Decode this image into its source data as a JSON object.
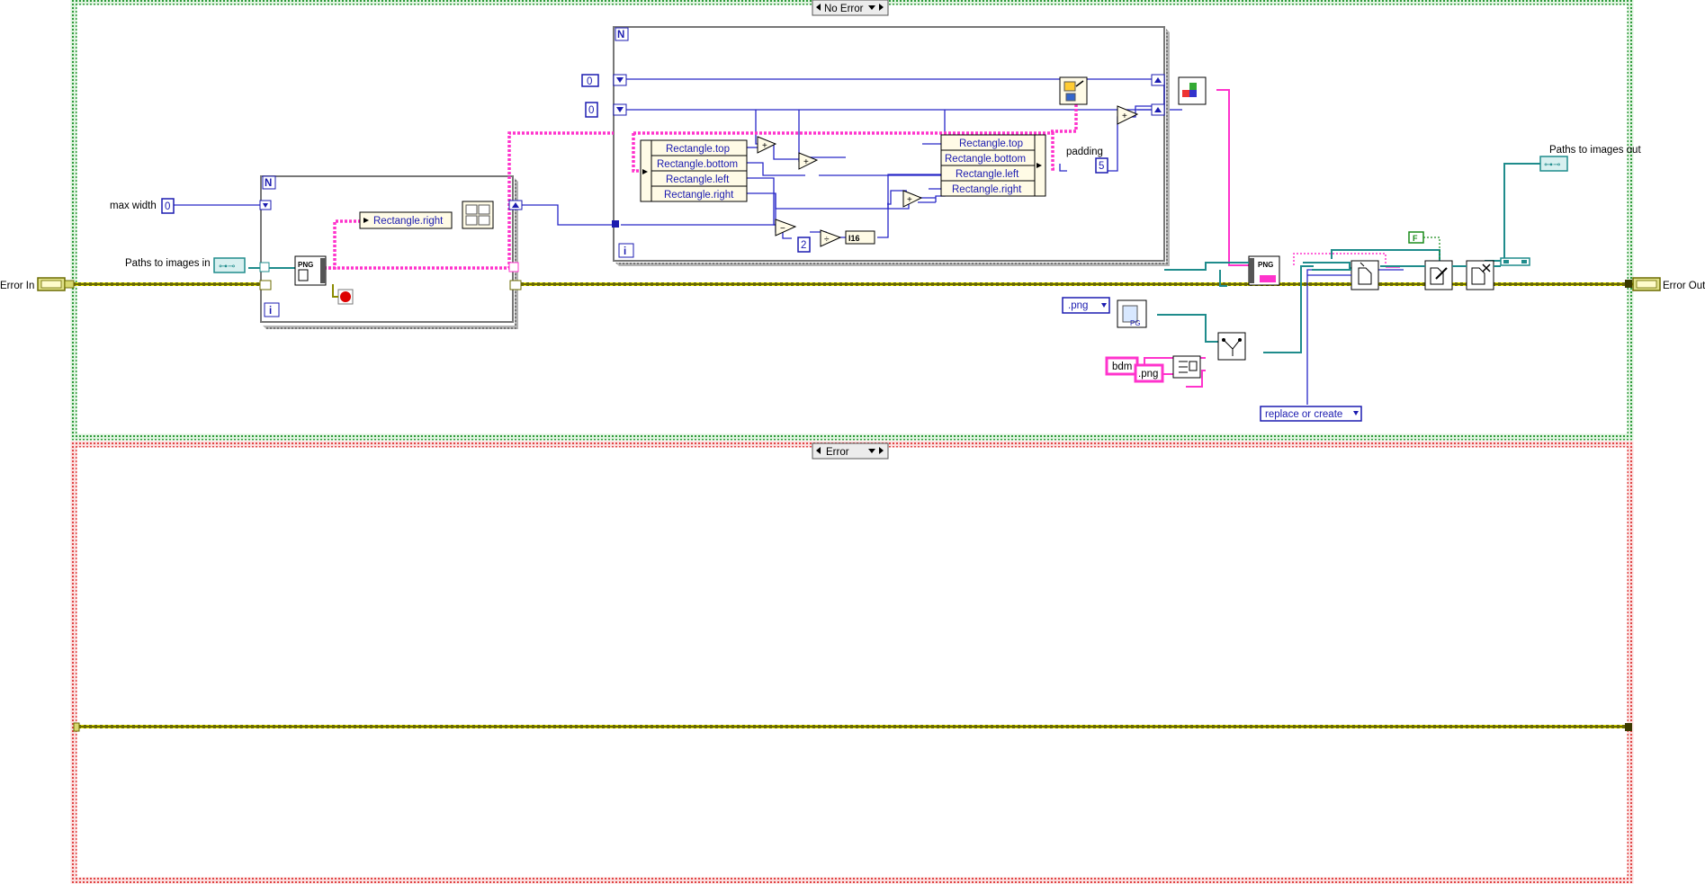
{
  "case_structures": [
    {
      "selector": "No Error",
      "frame_color": "#1f8c2a"
    },
    {
      "selector": "Error",
      "frame_color": "#d9393a"
    }
  ],
  "terminals": {
    "error_in": "Error In",
    "error_out": "Error Out",
    "max_width": "max width",
    "max_width_value": "0",
    "paths_in": "Paths to images in",
    "paths_out": "Paths to images out",
    "padding": "padding",
    "padding_value": "5"
  },
  "constants": {
    "zero_a": "0",
    "zero_b": "0",
    "two": "2",
    "i16": "I16",
    "false": "F",
    "extension_ring": ".png",
    "filename": "bdm",
    "filename_ext": ".png",
    "open_mode": "replace or create"
  },
  "loop_labels": {
    "for_loop_n": "N",
    "for_loop_i": "i"
  },
  "unbundle_fields": [
    "Rectangle.top",
    "Rectangle.bottom",
    "Rectangle.left",
    "Rectangle.right"
  ],
  "bundle_fields": [
    "Rectangle.top",
    "Rectangle.bottom",
    "Rectangle.left",
    "Rectangle.right"
  ],
  "small_unbundle_field": "Rectangle.right",
  "operators": {
    "add": "+",
    "subtract": "−",
    "divide": "÷"
  },
  "icons": {
    "png_read": "png-read-icon",
    "png_write": "png-write-icon",
    "stop": "stop-icon",
    "picture_draw": "draw-picture-icon",
    "picture_to_pixmap": "picture-to-pixmap-icon",
    "build_path": "build-path-icon",
    "concat_strings": "concat-strings-icon",
    "open_file": "open-file-icon",
    "write_binary": "write-binary-file-icon",
    "close_file": "close-file-icon",
    "bundle_path": "build-array-icon"
  },
  "wire_colors": {
    "error_cluster": "#8b8b00",
    "numeric": "#2727c8",
    "picture": "#ff33cc",
    "path": "#1f8c8c",
    "refnum": "#1f8c8c",
    "boolean": "#1a8c1a"
  }
}
